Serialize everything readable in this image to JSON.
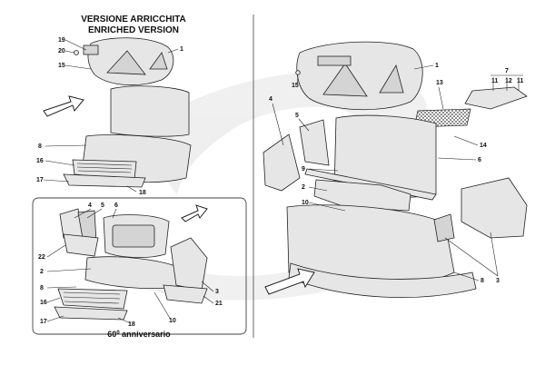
{
  "titles": {
    "enriched_it": "VERSIONE ARRICCHITA",
    "enriched_en": "ENRICHED VERSION",
    "anniversary_main": "60",
    "anniversary_sup": "0",
    "anniversary_rest": " anniversario"
  },
  "callouts": {
    "left_top": [
      "19",
      "20",
      "15",
      "1",
      "8",
      "16",
      "17",
      "18"
    ],
    "left_box": [
      "4",
      "5",
      "6",
      "22",
      "2",
      "8",
      "16",
      "17",
      "18",
      "10",
      "3",
      "21"
    ],
    "right": [
      "1",
      "15",
      "13",
      "7",
      "11",
      "12",
      "11",
      "4",
      "5",
      "14",
      "6",
      "9",
      "2",
      "10",
      "8",
      "3"
    ]
  },
  "colors": {
    "watermark": "#e6e6e6",
    "line": "#222222",
    "panel": "#e6e6e6"
  }
}
